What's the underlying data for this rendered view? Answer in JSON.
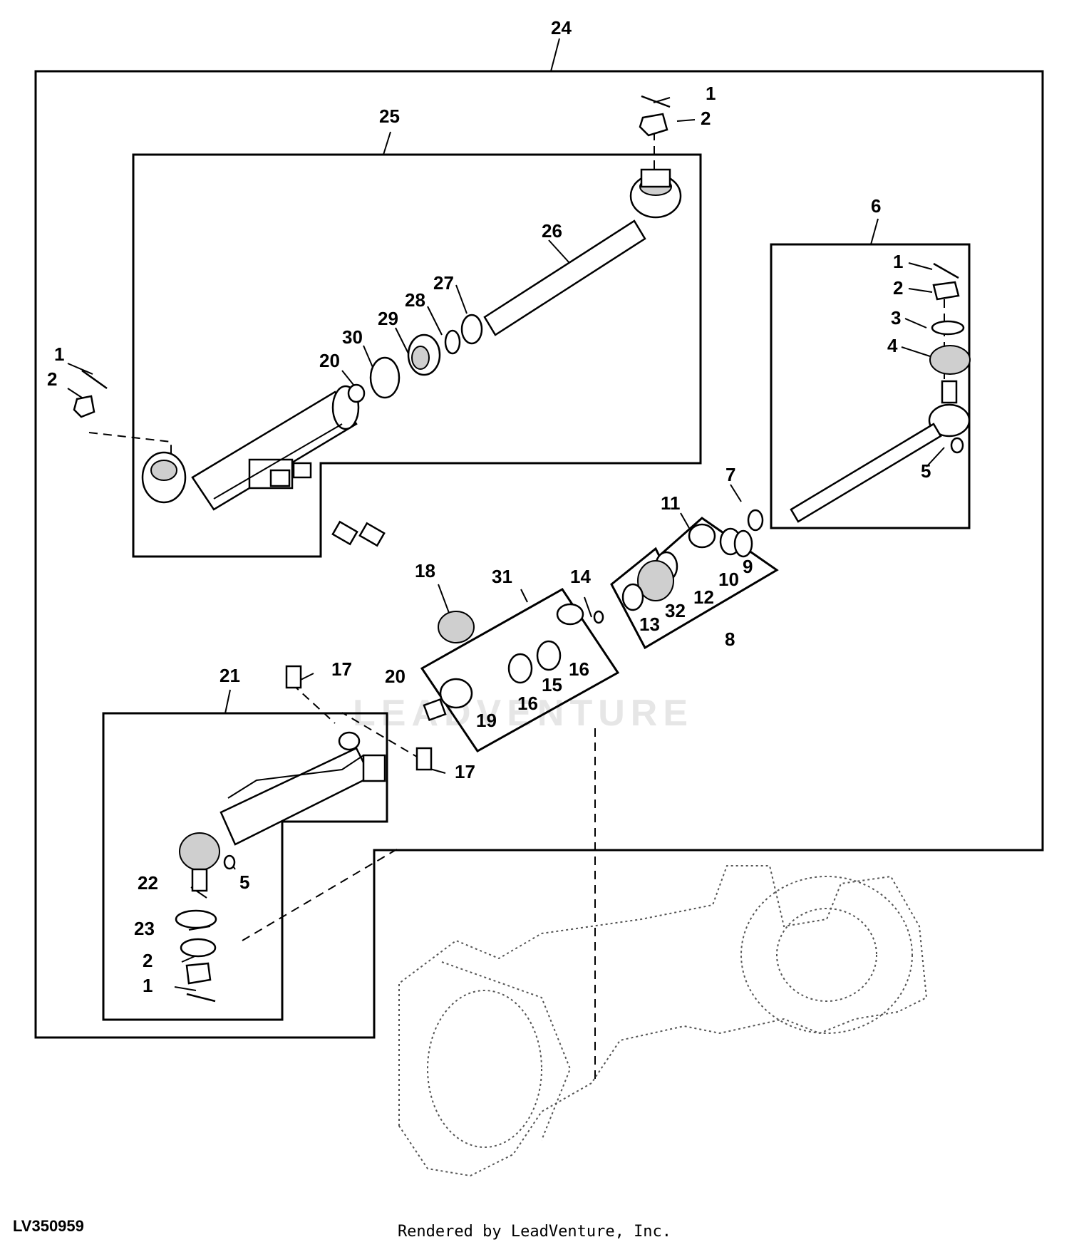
{
  "diagram_id": "LV350959",
  "credit": "Rendered by LeadVenture, Inc.",
  "watermark": "LEADVENTURE",
  "callouts": {
    "c24": "24",
    "c25": "25",
    "c26": "26",
    "c27": "27",
    "c28": "28",
    "c29": "29",
    "c30": "30",
    "c20a": "20",
    "c1a": "1",
    "c2a": "2",
    "c1b": "1",
    "c2b": "2",
    "c6": "6",
    "c1c": "1",
    "c2c": "2",
    "c3": "3",
    "c4": "4",
    "c5a": "5",
    "c7": "7",
    "c11": "11",
    "c10": "10",
    "c9": "9",
    "c12": "12",
    "c32": "32",
    "c13": "13",
    "c8": "8",
    "c14": "14",
    "c31": "31",
    "c18": "18",
    "c16a": "16",
    "c16b": "16",
    "c15": "15",
    "c19": "19",
    "c20b": "20",
    "c17a": "17",
    "c17b": "17",
    "c21": "21",
    "c5b": "5",
    "c22": "22",
    "c23": "23",
    "c2d": "2",
    "c1d": "1"
  }
}
